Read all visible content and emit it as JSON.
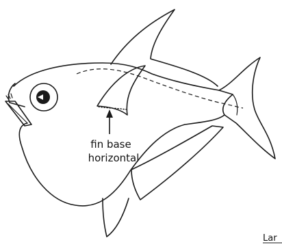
{
  "annotation": {
    "line1": "fin base",
    "line2": "horizontal"
  },
  "corner_label": "Lar",
  "colors": {
    "ink": "#1a1a1a",
    "background": "#ffffff"
  }
}
